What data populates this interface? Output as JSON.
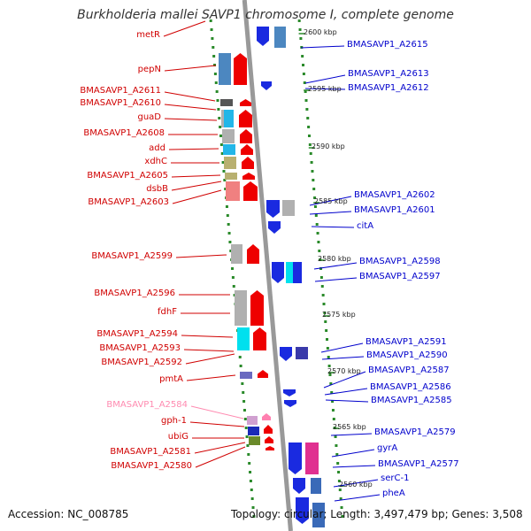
{
  "title": "Burkholderia mallei SAVP1 chromosome I, complete genome",
  "footer": {
    "accession": "Accession: NC_008785",
    "stats": "Topology: circular; Length: 3,497,479 bp; Genes: 3,508"
  },
  "colors": {
    "left_label": "#d00000",
    "right_label": "#0000cc",
    "faded_label": "#ff8ab0",
    "backbone": "#999999",
    "ruler_dots": "#2a8a2a"
  },
  "ticks": [
    "2600 kbp",
    "2595 kbp",
    "2590 kbp",
    "2585 kbp",
    "2580 kbp",
    "2575 kbp",
    "2570 kbp",
    "2565 kbp",
    "2560 kbp"
  ],
  "left_genes": [
    "metR",
    "pepN",
    "BMASAVP1_A2611",
    "BMASAVP1_A2610",
    "guaD",
    "BMASAVP1_A2608",
    "add",
    "xdhC",
    "BMASAVP1_A2605",
    "dsbB",
    "BMASAVP1_A2603",
    "BMASAVP1_A2599",
    "BMASAVP1_A2596",
    "fdhF",
    "BMASAVP1_A2594",
    "BMASAVP1_A2593",
    "BMASAVP1_A2592",
    "pmtA",
    "BMASAVP1_A2584",
    "gph-1",
    "ubiG",
    "BMASAVP1_A2581",
    "BMASAVP1_A2580"
  ],
  "right_genes": [
    "BMASAVP1_A2615",
    "BMASAVP1_A2613",
    "BMASAVP1_A2612",
    "BMASAVP1_A2602",
    "BMASAVP1_A2601",
    "citA",
    "BMASAVP1_A2598",
    "BMASAVP1_A2597",
    "BMASAVP1_A2591",
    "BMASAVP1_A2590",
    "BMASAVP1_A2587",
    "BMASAVP1_A2586",
    "BMASAVP1_A2585",
    "BMASAVP1_A2579",
    "gyrA",
    "BMASAVP1_A2577",
    "serC-1",
    "pheA"
  ]
}
